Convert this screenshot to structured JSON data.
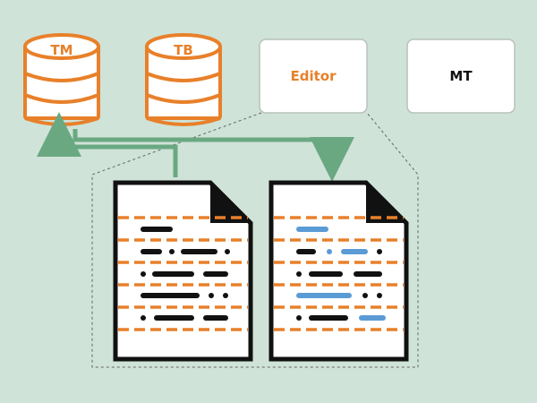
{
  "databases": {
    "tm_label": "TM",
    "tb_label": "TB"
  },
  "boxes": {
    "editor_label": "Editor",
    "mt_label": "MT"
  },
  "icons": {
    "tm": "database-icon",
    "tb": "database-icon",
    "source_doc": "document-icon",
    "target_doc": "document-icon"
  },
  "colors": {
    "background": "#cfe3d8",
    "database_orange": "#e8802a",
    "arrow_green": "#6aa882",
    "segment_blue": "#5b9bd5",
    "box_fill": "#ffffff"
  }
}
